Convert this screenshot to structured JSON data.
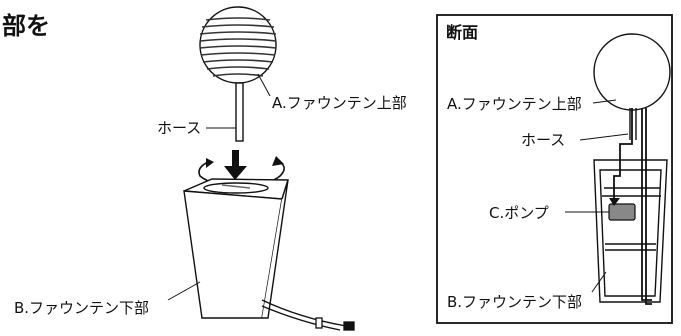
{
  "heading": "部を",
  "left": {
    "hose_label": "ホース",
    "top_part_label": "A.ファウンテン上部",
    "bottom_part_label": "B.ファウンテン下部"
  },
  "section": {
    "title": "断面",
    "top_part_label": "A.ファウンテン上部",
    "hose_label": "ホース",
    "pump_label": "C.ポンプ",
    "bottom_part_label": "B.ファウンテン下部"
  },
  "colors": {
    "line": "#111111",
    "shade": "#888888",
    "background": "#ffffff"
  }
}
